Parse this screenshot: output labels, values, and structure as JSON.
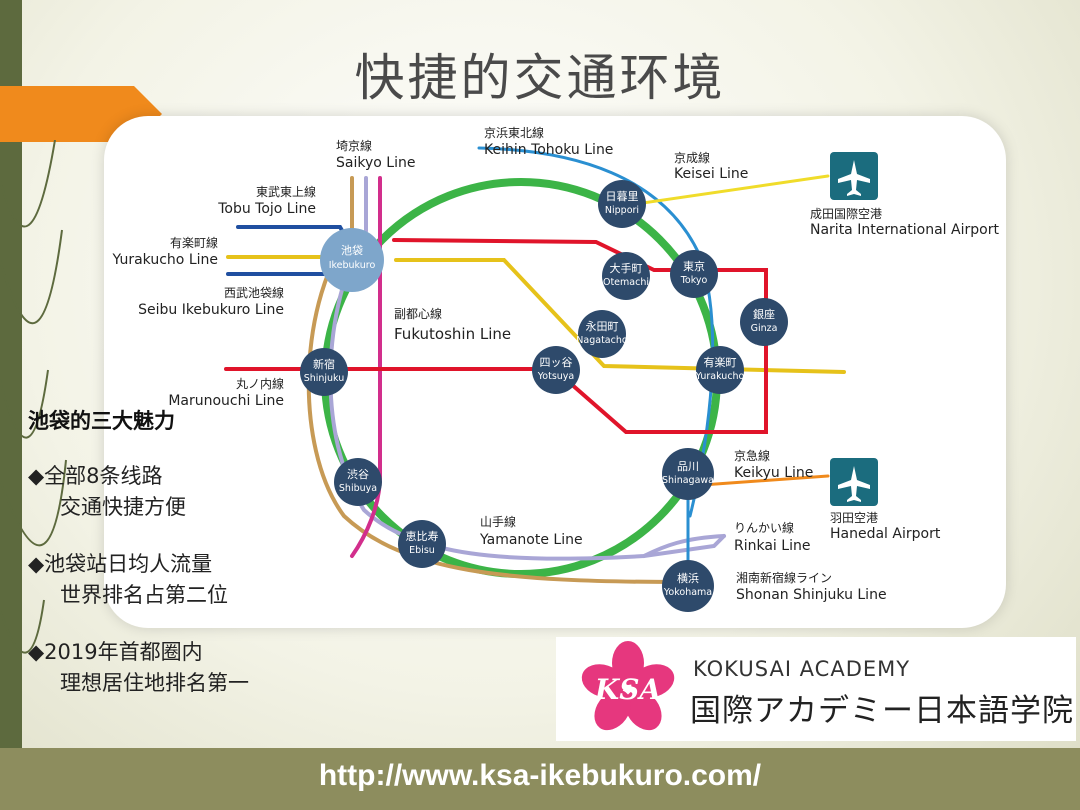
{
  "title": "快捷的交通环境",
  "colors": {
    "yamanote": "#3cb447",
    "red": "#e0142a",
    "yellow": "#e6c21a",
    "blue": "#1f4fa0",
    "cyan": "#2a8fd1",
    "lavender": "#a9a6d6",
    "magenta": "#d22e8c",
    "brown": "#c79a55",
    "olive": "#8d8d5e",
    "orange": "#f08a1c",
    "station": "#2e4a6b",
    "ikebukuro": "#7ea6cb"
  },
  "lines": {
    "saikyo": {
      "ja": "埼京線",
      "en": "Saikyo Line"
    },
    "keihin": {
      "ja": "京浜東北線",
      "en": "Keihin Tohoku Line"
    },
    "keisei": {
      "ja": "京成線",
      "en": "Keisei Line"
    },
    "tobu": {
      "ja": "東武東上線",
      "en": "Tobu Tojo Line"
    },
    "yurakucho": {
      "ja": "有楽町線",
      "en": "Yurakucho Line"
    },
    "seibu": {
      "ja": "西武池袋線",
      "en": "Seibu Ikebukuro Line"
    },
    "fukutoshin": {
      "ja": "副都心線",
      "en": "Fukutoshin Line"
    },
    "marunouchi": {
      "ja": "丸ノ内線",
      "en": "Marunouchi Line"
    },
    "keikyu": {
      "ja": "京急線",
      "en": "Keikyu Line"
    },
    "rinkai": {
      "ja": "りんかい線",
      "en": "Rinkai Line"
    },
    "yamanote": {
      "ja": "山手線",
      "en": "Yamanote Line"
    },
    "shonan": {
      "ja": "湘南新宿線ライン",
      "en": "Shonan Shinjuku Line"
    }
  },
  "airports": {
    "narita": {
      "ja": "成田国際空港",
      "en": "Narita International Airport",
      "icon": "airplane-icon"
    },
    "haneda": {
      "ja": "羽田空港",
      "en": "Hanedal Airport",
      "icon": "airplane-icon"
    }
  },
  "stations": {
    "ikebukuro": {
      "ja": "池袋",
      "en": "Ikebukuro"
    },
    "nippori": {
      "ja": "日暮里",
      "en": "Nippori"
    },
    "otemachi": {
      "ja": "大手町",
      "en": "Otemachi"
    },
    "tokyo": {
      "ja": "東京",
      "en": "Tokyo"
    },
    "ginza": {
      "ja": "銀座",
      "en": "Ginza"
    },
    "nagatacho": {
      "ja": "永田町",
      "en": "Nagatacho"
    },
    "shinjuku": {
      "ja": "新宿",
      "en": "Shinjuku"
    },
    "yotsuya": {
      "ja": "四ッ谷",
      "en": "Yotsuya"
    },
    "yurakucho": {
      "ja": "有楽町",
      "en": "Yurakucho"
    },
    "shibuya": {
      "ja": "渋谷",
      "en": "Shibuya"
    },
    "shinagawa": {
      "ja": "品川",
      "en": "Shinagawa"
    },
    "ebisu": {
      "ja": "恵比寿",
      "en": "Ebisu"
    },
    "yokohama": {
      "ja": "横浜",
      "en": "Yokohama"
    }
  },
  "attractions": {
    "title": "池袋的三大魅力",
    "items": [
      {
        "line1": "◆全部8条线路",
        "line2": "交通快捷方便"
      },
      {
        "line1": "◆池袋站日均人流量",
        "line2": "世界排名占第二位"
      },
      {
        "line1": "◆2019年首都圈内",
        "line2": "理想居住地排名第一"
      }
    ]
  },
  "logo": {
    "mark": "KSA",
    "en": "KOKUSAI ACADEMY",
    "ja": "国際アカデミー日本語学院"
  },
  "footer": {
    "url": "http://www.ksa-ikebukuro.com/"
  }
}
